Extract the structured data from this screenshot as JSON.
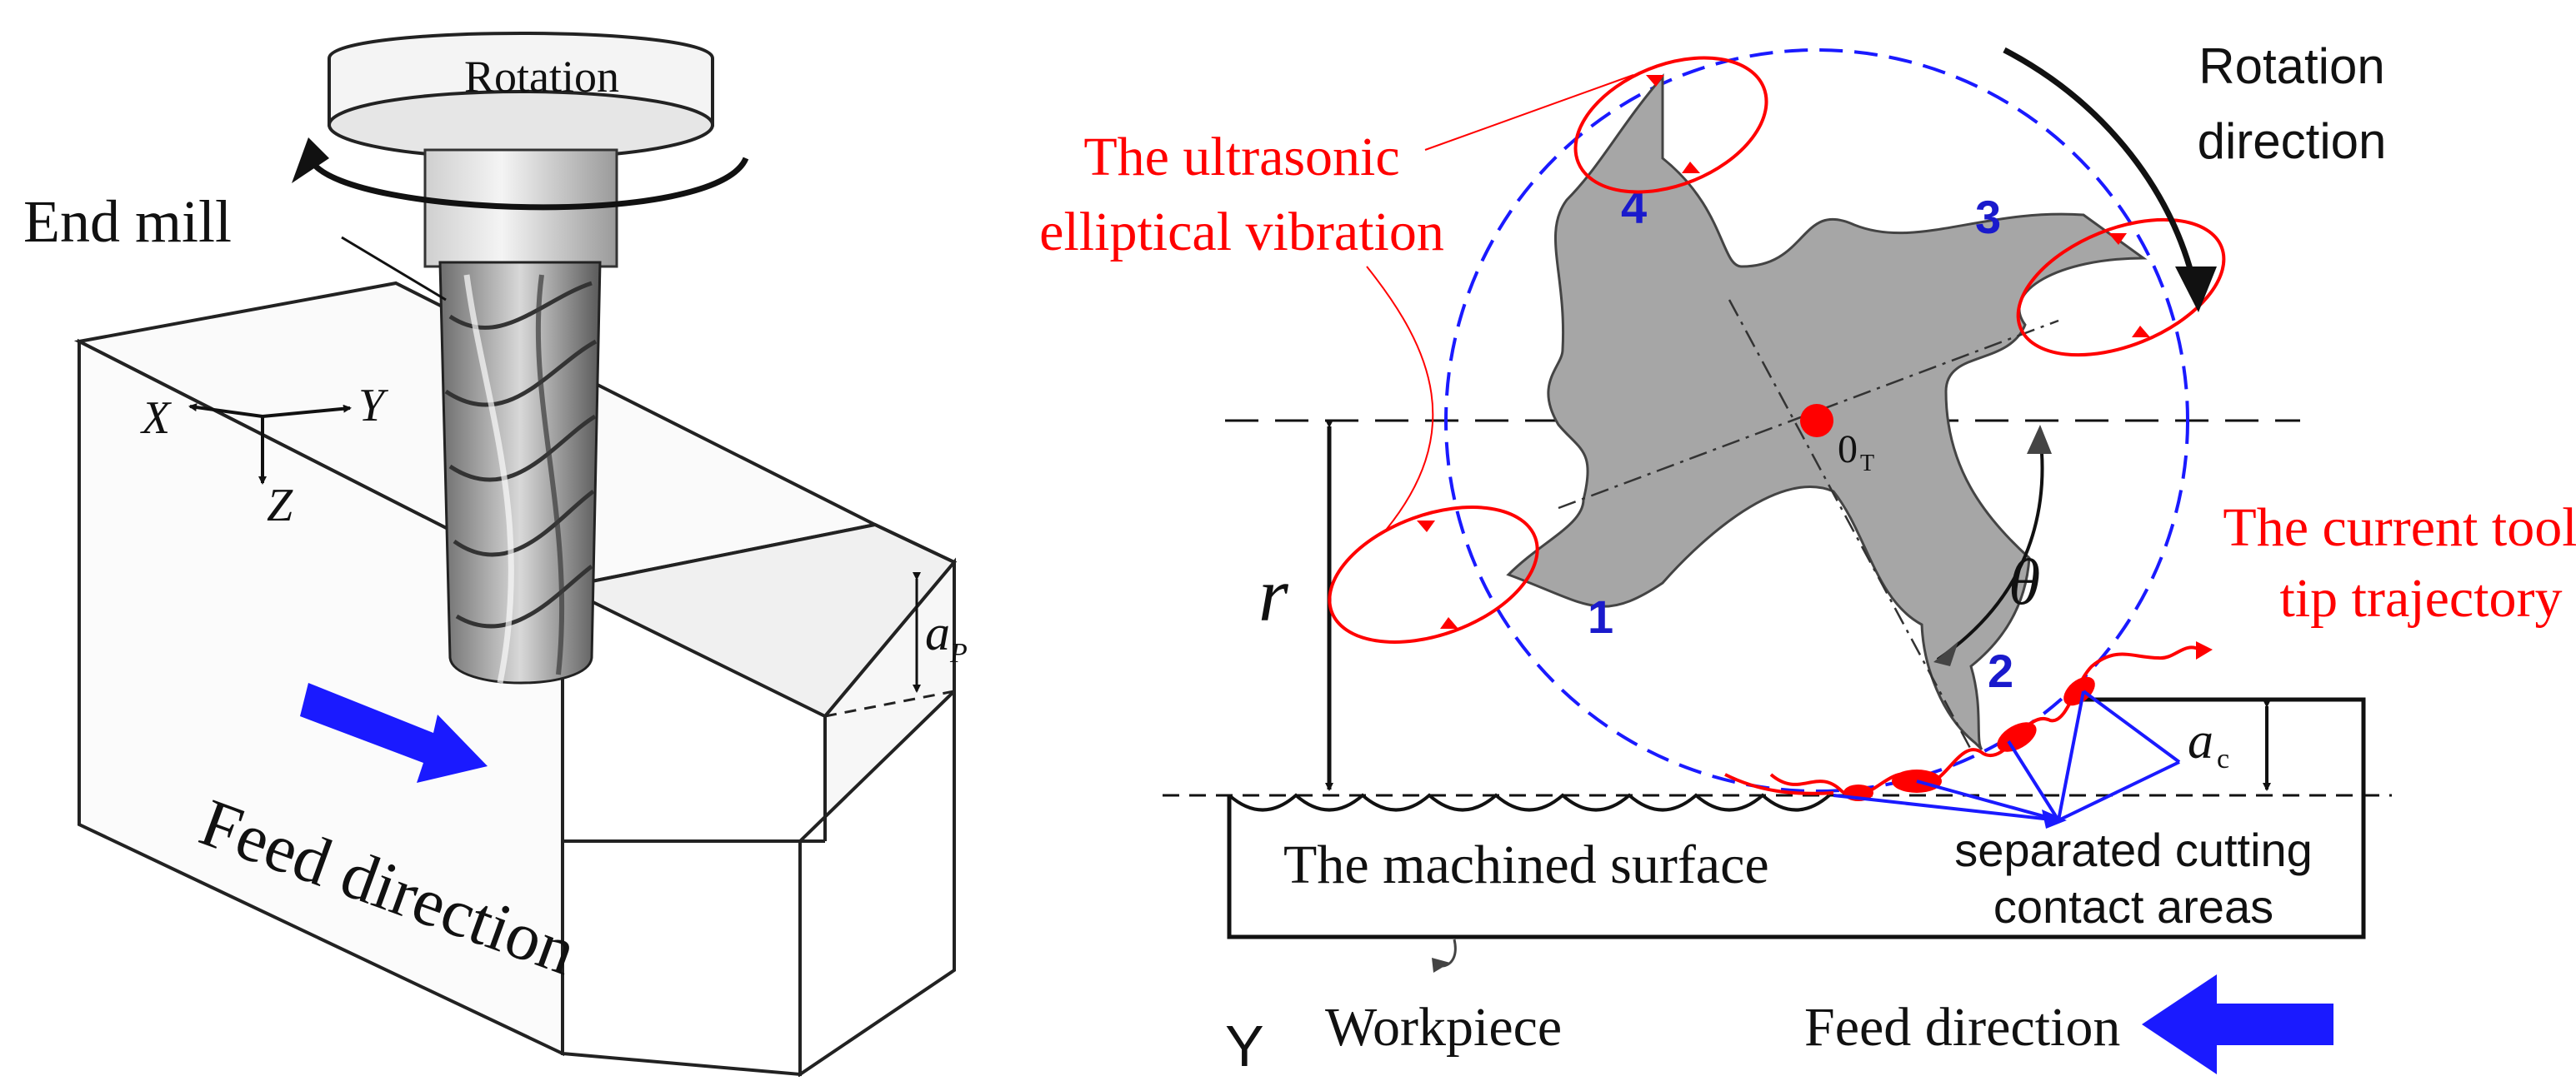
{
  "left_panel": {
    "rotation_label": "Rotation",
    "end_mill_label": "End mill",
    "axis_x": "X",
    "axis_y": "Y",
    "axis_z": "Z",
    "depth_label": "a",
    "depth_sub": "P",
    "feed_label": "Feed direction"
  },
  "right_panel": {
    "rotation_direction_line1": "Rotation",
    "rotation_direction_line2": "direction",
    "vibration_line1": "The ultrasonic",
    "vibration_line2": "elliptical vibration",
    "center_label": "0",
    "center_sub": "T",
    "radius_label": "r",
    "angle_label": "θ",
    "teeth": [
      "1",
      "2",
      "3",
      "4"
    ],
    "trajectory_line1": "The current tool",
    "trajectory_line2": "tip trajectory",
    "cut_depth_label": "a",
    "cut_depth_sub": "c",
    "machined_surface_label": "The machined surface",
    "contact_line1": "separated cutting",
    "contact_line2": "contact areas",
    "corner_glyph": "Y",
    "workpiece_label": "Workpiece",
    "feed_label": "Feed direction"
  },
  "colors": {
    "accent_red": "#ff0000",
    "accent_blue": "#1a1aff",
    "tooth_blue": "#1a1acc",
    "tool_gray": "#a6a6a6",
    "ink": "#111111"
  }
}
